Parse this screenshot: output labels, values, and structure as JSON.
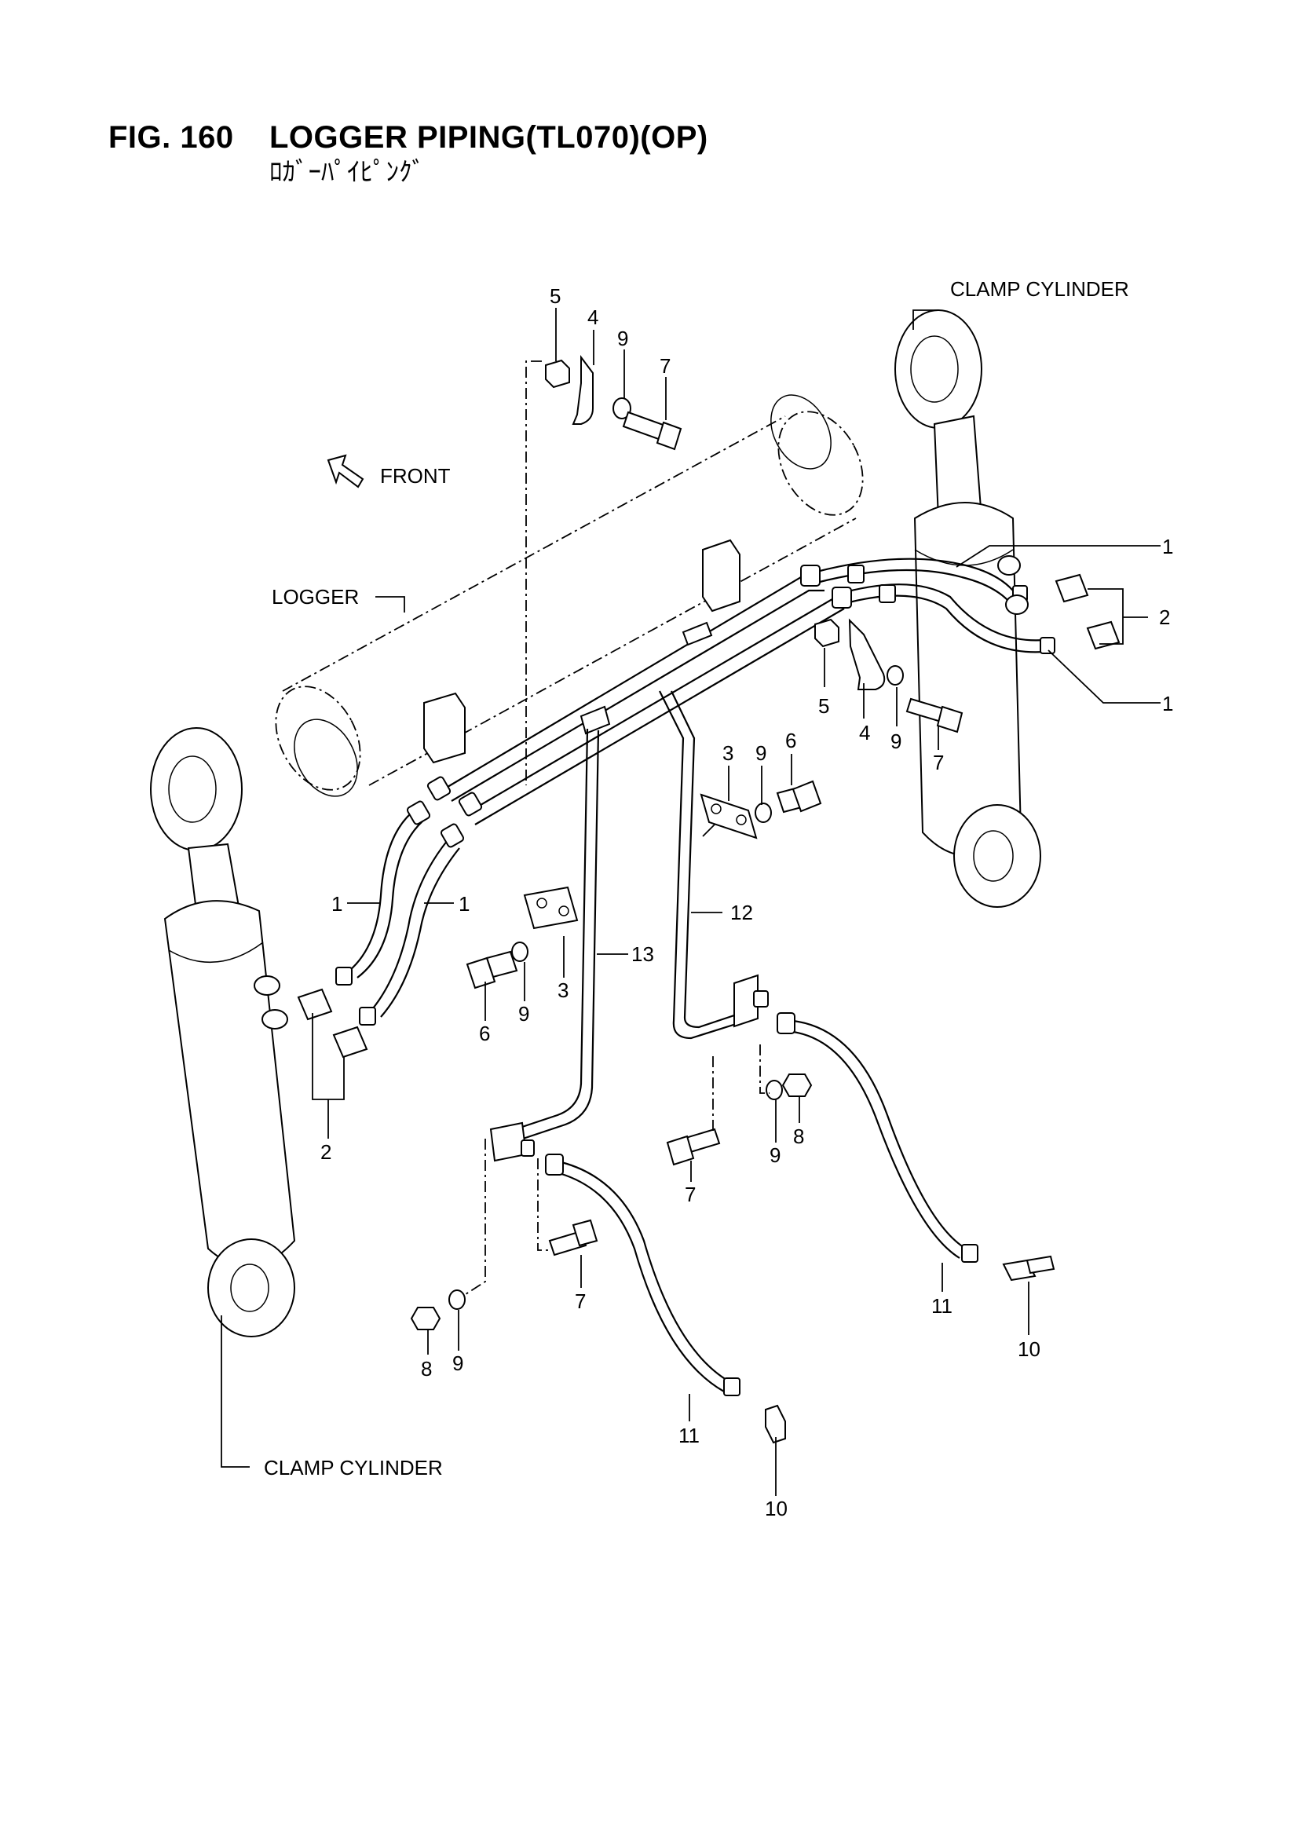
{
  "figure": {
    "number": "FIG. 160",
    "title": "LOGGER PIPING(TL070)(OP)",
    "subtitle": "ﾛｶﾞｰﾊﾟｲﾋﾟﾝｸﾞ"
  },
  "labels": {
    "clamp_cylinder_top": "CLAMP CYLINDER",
    "clamp_cylinder_bottom": "CLAMP CYLINDER",
    "front": "FRONT",
    "logger": "LOGGER"
  },
  "callouts": [
    {
      "id": "c5a",
      "text": "5"
    },
    {
      "id": "c4a",
      "text": "4"
    },
    {
      "id": "c9a",
      "text": "9"
    },
    {
      "id": "c7a",
      "text": "7"
    },
    {
      "id": "c1a",
      "text": "1"
    },
    {
      "id": "c2a",
      "text": "2"
    },
    {
      "id": "c1b",
      "text": "1"
    },
    {
      "id": "c5b",
      "text": "5"
    },
    {
      "id": "c4b",
      "text": "4"
    },
    {
      "id": "c9b",
      "text": "9"
    },
    {
      "id": "c7b",
      "text": "7"
    },
    {
      "id": "c3a",
      "text": "3"
    },
    {
      "id": "c9c",
      "text": "9"
    },
    {
      "id": "c6a",
      "text": "6"
    },
    {
      "id": "c12",
      "text": "12"
    },
    {
      "id": "c1c",
      "text": "1"
    },
    {
      "id": "c1d",
      "text": "1"
    },
    {
      "id": "c13",
      "text": "13"
    },
    {
      "id": "c3b",
      "text": "3"
    },
    {
      "id": "c9d",
      "text": "9"
    },
    {
      "id": "c6b",
      "text": "6"
    },
    {
      "id": "c2b",
      "text": "2"
    },
    {
      "id": "c7c",
      "text": "7"
    },
    {
      "id": "c9e",
      "text": "9"
    },
    {
      "id": "c8a",
      "text": "8"
    },
    {
      "id": "c7d",
      "text": "7"
    },
    {
      "id": "c8b",
      "text": "8"
    },
    {
      "id": "c9f",
      "text": "9"
    },
    {
      "id": "c11a",
      "text": "11"
    },
    {
      "id": "c10a",
      "text": "10"
    },
    {
      "id": "c11b",
      "text": "11"
    },
    {
      "id": "c10b",
      "text": "10"
    }
  ]
}
